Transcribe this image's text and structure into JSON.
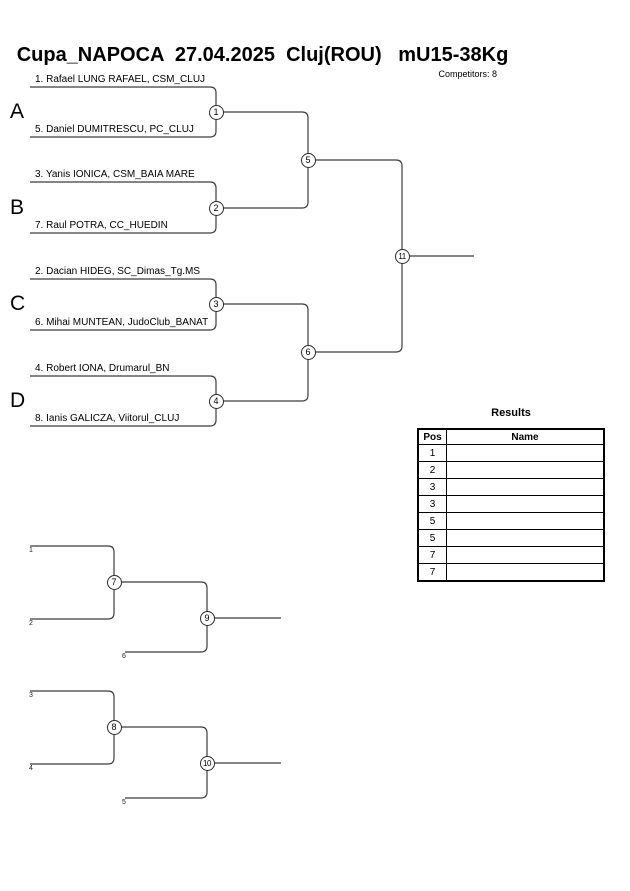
{
  "header": {
    "title": "Cupa_NAPOCA  27.04.2025  Cluj(ROU)   mU15-38Kg",
    "competitors_label": "Competitors: 8"
  },
  "colors": {
    "line_color": "#3c3c3c",
    "text_color": "#000000",
    "background": "#ffffff"
  },
  "bracket": {
    "groups": [
      {
        "letter": "A",
        "top": "1. Rafael LUNG RAFAEL, CSM_CLUJ",
        "bottom": "5. Daniel DUMITRESCU, PC_CLUJ",
        "match_no": "1"
      },
      {
        "letter": "B",
        "top": "3. Yanis IONICA, CSM_BAIA MARE",
        "bottom": "7. Raul POTRA, CC_HUEDIN",
        "match_no": "2"
      },
      {
        "letter": "C",
        "top": "2. Dacian HIDEG, SC_Dimas_Tg.MS",
        "bottom": "6. Mihai MUNTEAN, JudoClub_BANAT",
        "match_no": "3"
      },
      {
        "letter": "D",
        "top": "4. Robert IONA, Drumarul_BN",
        "bottom": "8. Ianis GALICZA, Viitorul_CLUJ",
        "match_no": "4"
      }
    ],
    "semifinals": [
      "5",
      "6"
    ],
    "final": "11"
  },
  "repechage": {
    "bracket1": {
      "loser_from_top": "1",
      "loser_from_bottom": "2",
      "match1": "7",
      "semi_loser_from": "6",
      "match2": "9"
    },
    "bracket2": {
      "loser_from_top": "3",
      "loser_from_bottom": "4",
      "match1": "8",
      "semi_loser_from": "5",
      "match2": "10"
    }
  },
  "results": {
    "title": "Results",
    "columns": [
      "Pos",
      "Name"
    ],
    "rows": [
      {
        "pos": "1",
        "name": ""
      },
      {
        "pos": "2",
        "name": ""
      },
      {
        "pos": "3",
        "name": ""
      },
      {
        "pos": "3",
        "name": ""
      },
      {
        "pos": "5",
        "name": ""
      },
      {
        "pos": "5",
        "name": ""
      },
      {
        "pos": "7",
        "name": ""
      },
      {
        "pos": "7",
        "name": ""
      }
    ]
  }
}
